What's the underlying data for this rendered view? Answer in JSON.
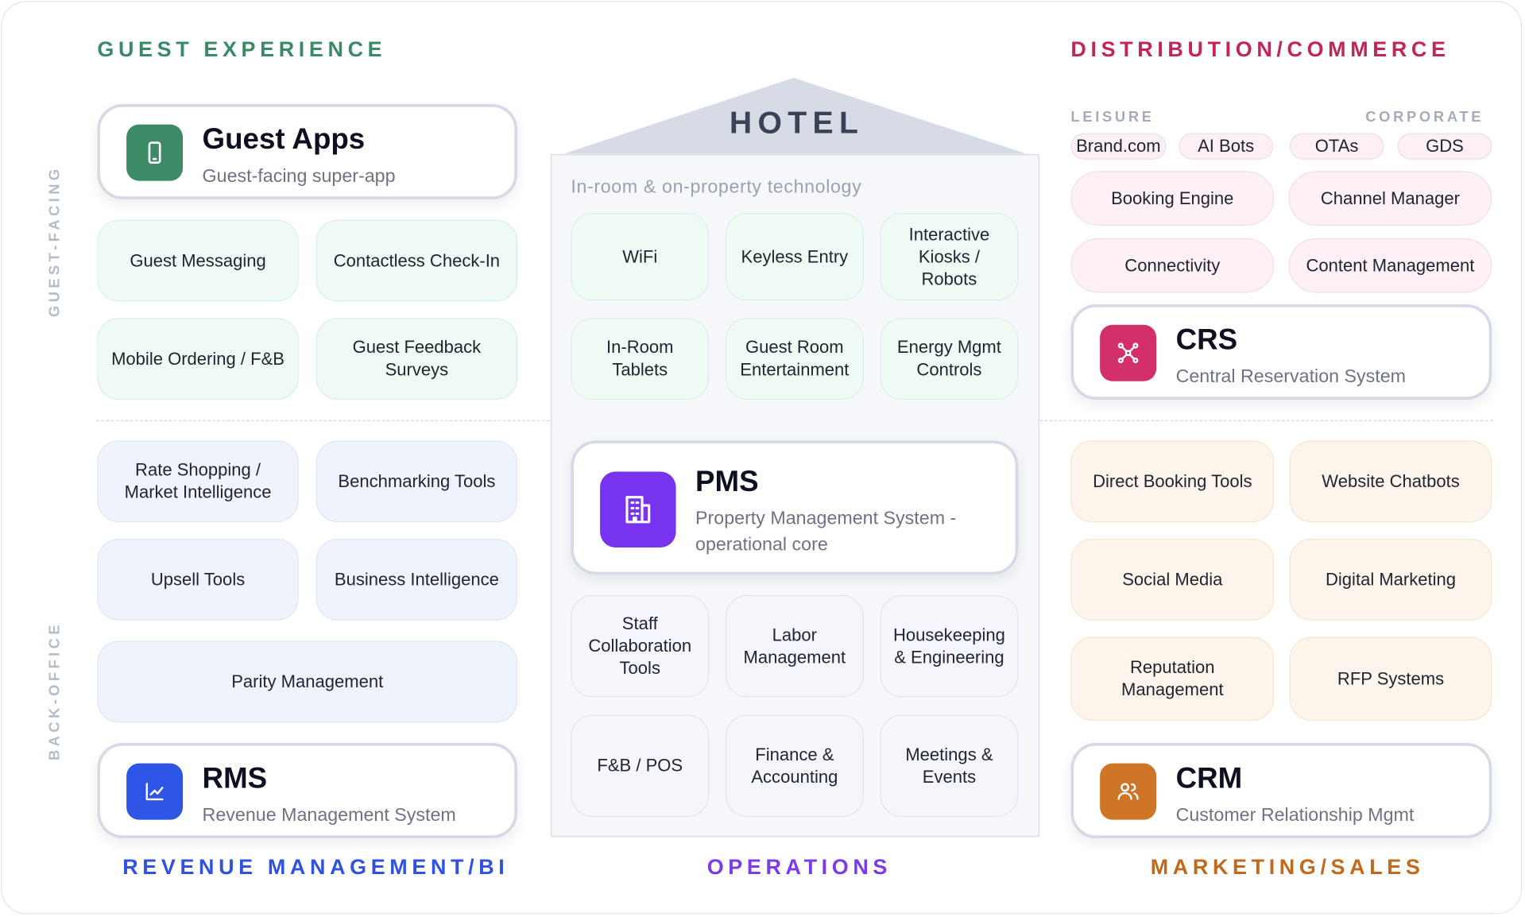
{
  "sections": {
    "guest_experience": "GUEST EXPERIENCE",
    "distribution": "DISTRIBUTION/COMMERCE",
    "revenue": "REVENUE MANAGEMENT/BI",
    "operations": "OPERATIONS",
    "marketing": "MARKETING/SALES"
  },
  "side_labels": {
    "guest_facing": "GUEST-FACING",
    "back_office": "BACK-OFFICE"
  },
  "hotel": {
    "title": "HOTEL",
    "subtitle": "In-room & on-property technology"
  },
  "cards": {
    "guest_apps": {
      "title": "Guest Apps",
      "subtitle": "Guest-facing super-app"
    },
    "crs": {
      "title": "CRS",
      "subtitle": "Central Reservation System"
    },
    "pms": {
      "title": "PMS",
      "subtitle": "Property Management System - operational core"
    },
    "rms": {
      "title": "RMS",
      "subtitle": "Revenue Management System"
    },
    "crm": {
      "title": "CRM",
      "subtitle": "Customer Relationship Mgmt"
    }
  },
  "guest_experience_items": [
    "Guest Messaging",
    "Contactless Check-In",
    "Mobile Ordering / F&B",
    "Guest Feedback Surveys"
  ],
  "revenue_items": [
    "Rate Shopping / Market Intelligence",
    "Benchmarking Tools",
    "Upsell Tools",
    "Business Intelligence",
    "Parity Management"
  ],
  "hotel_items": [
    "WiFi",
    "Keyless Entry",
    "Interactive Kiosks / Robots",
    "In-Room Tablets",
    "Guest Room Entertainment",
    "Energy Mgmt Controls"
  ],
  "operations_items": [
    "Staff Collaboration Tools",
    "Labor Management",
    "Housekeeping & Engineering",
    "F&B / POS",
    "Finance & Accounting",
    "Meetings & Events"
  ],
  "distribution": {
    "leisure_label": "LEISURE",
    "corporate_label": "CORPORATE",
    "channels": [
      "Brand.com",
      "AI Bots",
      "OTAs",
      "GDS"
    ],
    "items": [
      "Booking Engine",
      "Channel Manager",
      "Connectivity",
      "Content Management"
    ]
  },
  "marketing_items": [
    "Direct Booking Tools",
    "Website Chatbots",
    "Social Media",
    "Digital Marketing",
    "Reputation Management",
    "RFP Systems"
  ],
  "colors": {
    "guest_experience": "#3a8a66",
    "distribution": "#c2255c",
    "revenue": "#2f52e0",
    "operations": "#7c3aed",
    "marketing": "#c2691c"
  },
  "icons": {
    "guest_apps": "phone-icon",
    "crs": "network-icon",
    "pms": "building-icon",
    "rms": "chart-icon",
    "crm": "users-icon"
  }
}
